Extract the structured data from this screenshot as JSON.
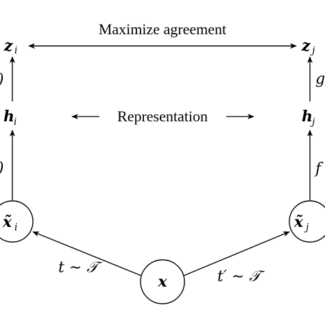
{
  "diagram": {
    "top_label": "Maximize agreement",
    "middle_label": "Representation",
    "nodes": {
      "z_i": {
        "base": "z",
        "sub": "i"
      },
      "z_j": {
        "base": "z",
        "sub": "j"
      },
      "h_i": {
        "base": "h",
        "sub": "i"
      },
      "h_j": {
        "base": "h",
        "sub": "j"
      },
      "xt_i": {
        "base": "x̃",
        "sub": "i"
      },
      "xt_j": {
        "base": "x̃",
        "sub": "j"
      },
      "x": {
        "base": "x"
      }
    },
    "edge_labels": {
      "g_left": ")",
      "f_left": ")",
      "g_right": "g",
      "f_right": "f",
      "t_left": "t ∼ 𝒯",
      "t_right": "t′ ∼ 𝒯"
    }
  }
}
